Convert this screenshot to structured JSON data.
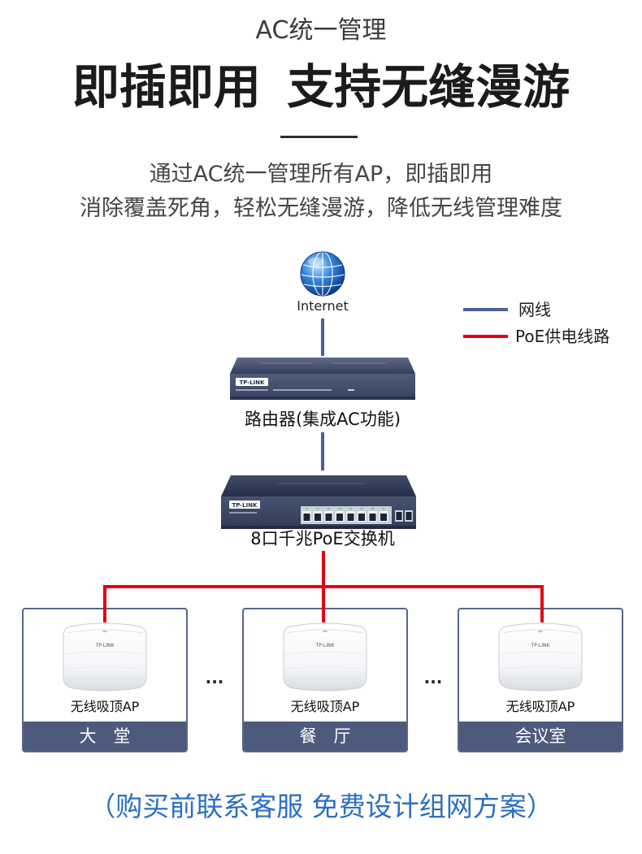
{
  "header": {
    "eyebrow": "AC统一管理",
    "title": "即插即用 支持无缝漫游",
    "desc_lines": [
      "通过AC统一管理所有AP，即插即用",
      "消除覆盖死角，轻松无缝漫游，降低无线管理难度"
    ]
  },
  "legend": [
    {
      "label": "网线",
      "color": "#4f5f9b"
    },
    {
      "label": "PoE供电线路",
      "color": "#e50012"
    }
  ],
  "topology": {
    "internet": {
      "label": "Internet",
      "icon": "globe-icon"
    },
    "router": {
      "label": "路由器(集成AC功能)",
      "brand": "TP-LINK"
    },
    "switch": {
      "label": "8口千兆PoE交换机",
      "brand": "TP-LINK"
    },
    "areas": [
      {
        "name": "大　堂",
        "device": "无线吸顶AP",
        "brand": "TP-LINK"
      },
      {
        "name": "餐　厅",
        "device": "无线吸顶AP",
        "brand": "TP-LINK"
      },
      {
        "name": "会议室",
        "device": "无线吸顶AP",
        "brand": "TP-LINK"
      }
    ],
    "ellipsis": "..."
  },
  "footer": {
    "cta": "（购买前联系客服 免费设计组网方案）"
  },
  "colors": {
    "title": "#1b1b1b",
    "area_label_bg": "#4e5a7c",
    "area_border": "#5a6689",
    "cta": "#2a6fc4"
  }
}
